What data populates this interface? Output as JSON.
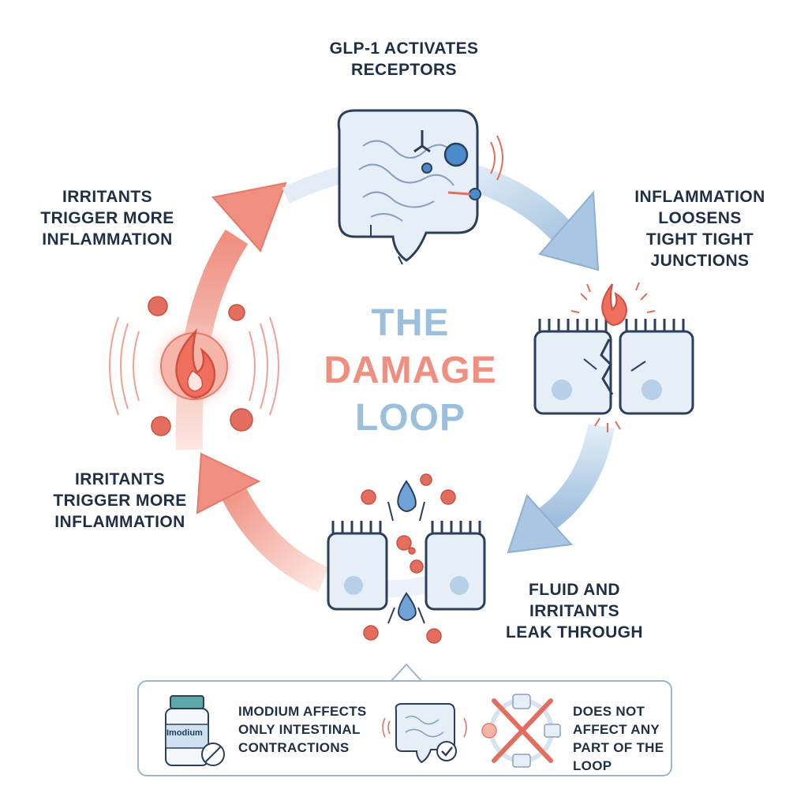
{
  "diagram": {
    "title_lines": [
      "THE",
      "DAMAGE",
      "LOOP"
    ],
    "steps": {
      "top": [
        "GLP-1 ACTIVATES",
        "RECEPTORS"
      ],
      "right": [
        "INFLAMMATION",
        "LOOSENS",
        "TIGHT  TIGHT",
        "JUNCTIONS"
      ],
      "bottom": [
        "FLUID AND",
        "IRRITANTS",
        "LEAK THROUGH"
      ],
      "left_lower": [
        "IRRITANTS",
        "TRIGGER MORE",
        "INFLAMMATION"
      ],
      "left_upper": [
        "IRRITANTS",
        "TRIGGER MORE",
        "INFLAMMATION"
      ]
    },
    "icons": {
      "top": "intestine-receptor-icon",
      "right": "cracked-cells-icon",
      "bottom": "leaking-cells-icon",
      "left": "inflammation-fire-icon"
    },
    "colors": {
      "blue_arrow": "#a9c6e2",
      "red_arrow": "#ef8f80",
      "outline": "#2b3f5c",
      "cell_fill": "#e6eef8",
      "particle": "#e36d5e"
    }
  },
  "callout": {
    "bottle_label": "Imodium",
    "left_text": [
      "IMODIUM AFFECTS",
      "ONLY INTESTINAL",
      "CONTRACTIONS"
    ],
    "right_text": [
      "DOES NOT",
      "AFFECT ANY",
      "PART OF THE",
      "LOOP"
    ],
    "icons": [
      "medicine-bottle-icon",
      "intestine-check-icon",
      "crossed-loop-icon"
    ]
  }
}
